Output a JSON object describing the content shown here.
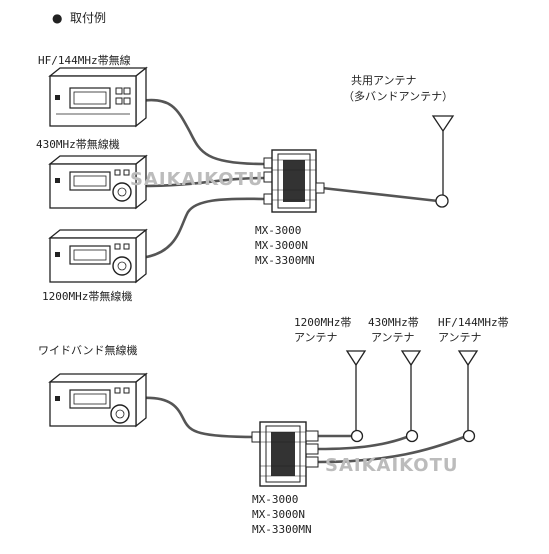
{
  "header": {
    "bullet": "●",
    "title": "取付例"
  },
  "diagram1": {
    "radio_top_label": "HF/144MHz帯無線",
    "radio_mid_label": "430MHz帯無線機",
    "radio_bottom_label": "1200MHz帯無線機",
    "antenna_label_line1": "共用アンテナ",
    "antenna_label_line2": "（多バンドアンテナ）",
    "models": [
      "MX-3000",
      "MX-3000N",
      "MX-3300MN"
    ]
  },
  "diagram2": {
    "radio_label": "ワイドバンド無線機",
    "antennas": [
      {
        "line1": "1200MHz帯",
        "line2": "アンテナ"
      },
      {
        "line1": "430MHz帯",
        "line2": "アンテナ"
      },
      {
        "line1": "HF/144MHz帯",
        "line2": "アンテナ"
      }
    ],
    "models": [
      "MX-3000",
      "MX-3000N",
      "MX-3300MN"
    ]
  },
  "watermark": {
    "text": "SAIKAIKOTU"
  }
}
